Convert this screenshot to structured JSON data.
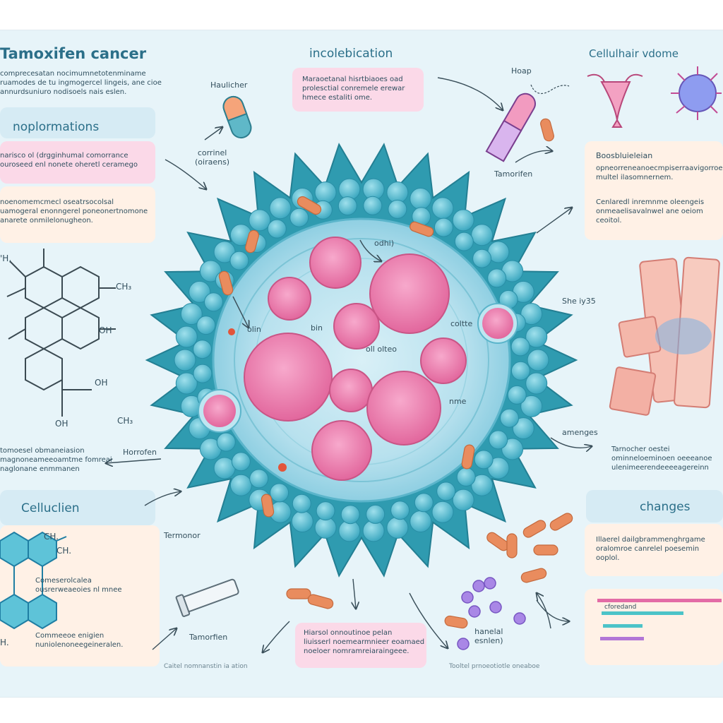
{
  "titles": {
    "main": "Tamoxifen cancer",
    "center": "incolebication",
    "right": "Cellulhair vdome",
    "left_section": "noplormations",
    "left_lower_section": "Celluclien",
    "right_lower_section": "changes"
  },
  "paragraphs": {
    "top_left": "comprecesatan nocimumnetotenminame\nruamodes de tu ingmogercel lingeis, ane cioe\nannurdsuniuro nodisoels nais eslen.",
    "center_pink": "Maraoetanal hisrtbiaoes oad\nprolesctial conremele erewar\nhmece estaliti ome.",
    "left_pink": "narisco ol (drgginhumal comorrance\nouroseed enl nonete oheretl ceramego",
    "left_peach": "noenomemcmecl oseatrsocolsal\nuamogeral enonngerel poneonertnomone\nanarete onmilelonugheon.",
    "right_top_1": "Boosbluieleian",
    "right_top_2": "opneorreneanoecmpiserraavigorroe\nmultel ilasomnernem.",
    "right_top_3": "Cenlaredl inremnme oleengeis\nonmeaelisavalnwel ane oeiom\nceoitol.",
    "left_mid": "tomoesel obmaneiasion\nmagnoneameeoamtme fomreai\nnaglonane enmmanen",
    "right_mid": "Tarnocher oestei\nominneloeminoen oeeeanoe\nulenimeerendeeeeagereinn",
    "right_lower": "Illaerel dailgbrammenghrgame\noralomroe canrelel poesemin\nooplol.",
    "left_lower_1": "Comeserolcalea\nousrerweaeoies nl mnee",
    "left_lower_2": "Commeeoe enigien\nnuniolenoneegeineralen.",
    "bottom_center": "Hiarsol onnoutinoe pelan\nliuisserl noemearmnieer eoamaed\nnoeloer nomramreiaraingeee.",
    "bottom_left_caption": "Caitel nomnanstin ia ation",
    "bottom_right_caption": "Tooltel prnoeotiotle oneaboe"
  },
  "labels": {
    "capsule_top": "Haulicher",
    "capsule_caption": "corrinel\n(oiraens)",
    "hoop": "Hoap",
    "tamoxifen_pill": "Tamorifen",
    "she": "She iy35",
    "arrows_label": "amenges",
    "hormon": "Horrofen",
    "temoner": "Termonor",
    "syringe": "Tamorfien",
    "hanetal": "hanelal\nesnlen)",
    "cell_odhi": "odhi)",
    "cell_coltte": "coltte",
    "cell_allnn": "olin",
    "cell_bin": "bin",
    "cell_oilalso": "oll olteo",
    "cell_nme": "nme",
    "chem_ch3_top": "CH₃",
    "chem_h_left": "'H,",
    "chem_oh1": "OH",
    "chem_oh2": "OH",
    "chem_oh3": "OH",
    "chem_ch3_bottom": "CH₃",
    "chem2_ch": "CH.",
    "chem2_ch3": "CH.",
    "chem2_h": "H.",
    "bar_label": "cforedand"
  },
  "colors": {
    "cell_membrane": "#2f9bb0",
    "vesicle": "#5fc3d6",
    "nucleus": "#ef7fae",
    "pill": "#e98c5e",
    "background": "#e7f4f9"
  }
}
